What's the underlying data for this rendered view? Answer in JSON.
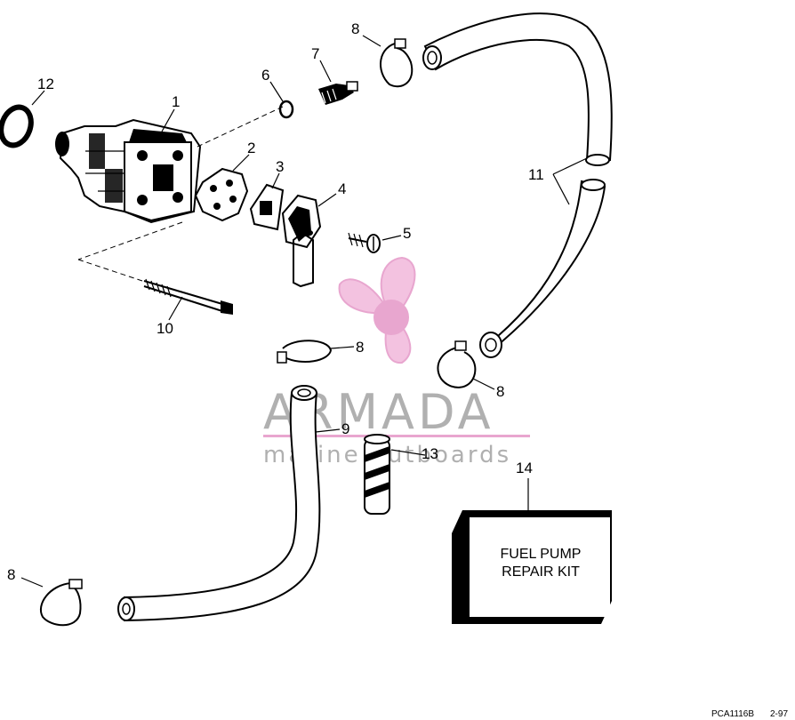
{
  "callouts": {
    "c1": "1",
    "c2": "2",
    "c3": "3",
    "c4": "4",
    "c5": "5",
    "c6": "6",
    "c7": "7",
    "c8a": "8",
    "c8b": "8",
    "c8c": "8",
    "c8d": "8",
    "c9": "9",
    "c10": "10",
    "c11": "11",
    "c12": "12",
    "c13": "13",
    "c14": "14"
  },
  "kit": {
    "line1": "FUEL PUMP",
    "line2": "REPAIR KIT"
  },
  "watermark": {
    "brand": "ARMADA",
    "tagline": "marine outboards",
    "color": "#e8a6cf"
  },
  "footer": {
    "code": "PCA1116B",
    "date": "2-97"
  }
}
